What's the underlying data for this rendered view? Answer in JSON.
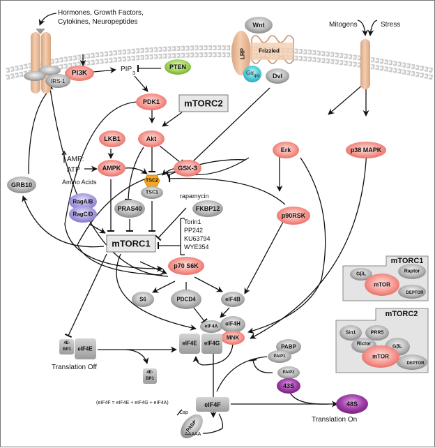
{
  "diagram": {
    "title": "mTOR signaling pathway",
    "colors": {
      "kinase_red": "#f07a72",
      "gray_protein": "#a9a9a9",
      "pten_green": "#8cc63f",
      "tsc2_orange": "#f5a623",
      "rag_purple": "#9a8fd6",
      "gq_cyan": "#3cc4d4",
      "ribosome_purple": "#8b2d91",
      "receptor_tan": "#e8b893",
      "complex_box": "#e8e8e8"
    },
    "inputs": {
      "hormones": [
        "Hormones, Growth Factors,",
        "Cytokines, Neuropeptides"
      ],
      "mitogens": "Mitogens",
      "stress": "Stress",
      "amp_atp": [
        "AMP:",
        "ATP"
      ],
      "amino_acids": "Amino Acids",
      "rapamycin": "rapamycin",
      "inhibitors": [
        "Torin1",
        "PP242",
        "KU63794",
        "WYE354"
      ]
    },
    "nodes": {
      "pi3k": "PI3K",
      "irs1": "IRS-1",
      "pip3": "PIP",
      "pip3_sub": "3",
      "pten": "PTEN",
      "wnt": "Wnt",
      "lrp": "LRP",
      "frizzled": "Frizzled",
      "gaq": "Gα",
      "gaq_sub": "q/o",
      "dvl": "Dvl",
      "pdk1": "PDK1",
      "mtorc2": "mTORC2",
      "akt": "Akt",
      "lkb1": "LKB1",
      "ampk": "AMPK",
      "gsk3": "GSK-3",
      "tsc2": "TSC2",
      "tsc1": "TSC1",
      "erk": "Erk",
      "p38": "p38 MAPK",
      "grb10": "GRB10",
      "raga": "RagA/B",
      "ragc": "RagC/D",
      "pras40": "PRAS40",
      "fkbp12": "FKBP12",
      "p90rsk": "p90RSK",
      "mtorc1": "mTORC1",
      "p70s6k": "p70 S6K",
      "s6": "S6",
      "pdcd4": "PDCD4",
      "eif4b": "eIF4B",
      "eif4a": "eIF4A",
      "eif4h": "eIF4H",
      "mnk": "MNK",
      "eif4e": "eIF4E",
      "eif4g": "eIF4G",
      "bp1_a": "4E-",
      "bp1_b": "BP1",
      "eif4e_off": "eIF4E",
      "pabp": "PABP",
      "paip1": "PAIP1",
      "paip2": "PAIP2",
      "r43s": "43S",
      "r48s": "48S",
      "eif4f": "eIF4F",
      "cap": "Cap",
      "polyA": "AAAAA",
      "pabp2": "PABP"
    },
    "annotations": {
      "translation_off": "Translation Off",
      "translation_on": "Translation On",
      "eif4f_def": "(eIF4F = eIF4E + eIF4G + eIF4A)"
    },
    "legend": {
      "mtorc1": {
        "title": "mTORC1",
        "members": [
          "GβL",
          "Raptor",
          "mTOR",
          "DEPTOR"
        ]
      },
      "mtorc2": {
        "title": "mTORC2",
        "members": [
          "Sin1",
          "PRR5",
          "Rictor",
          "GβL",
          "mTOR",
          "DEPTOR"
        ]
      }
    }
  }
}
